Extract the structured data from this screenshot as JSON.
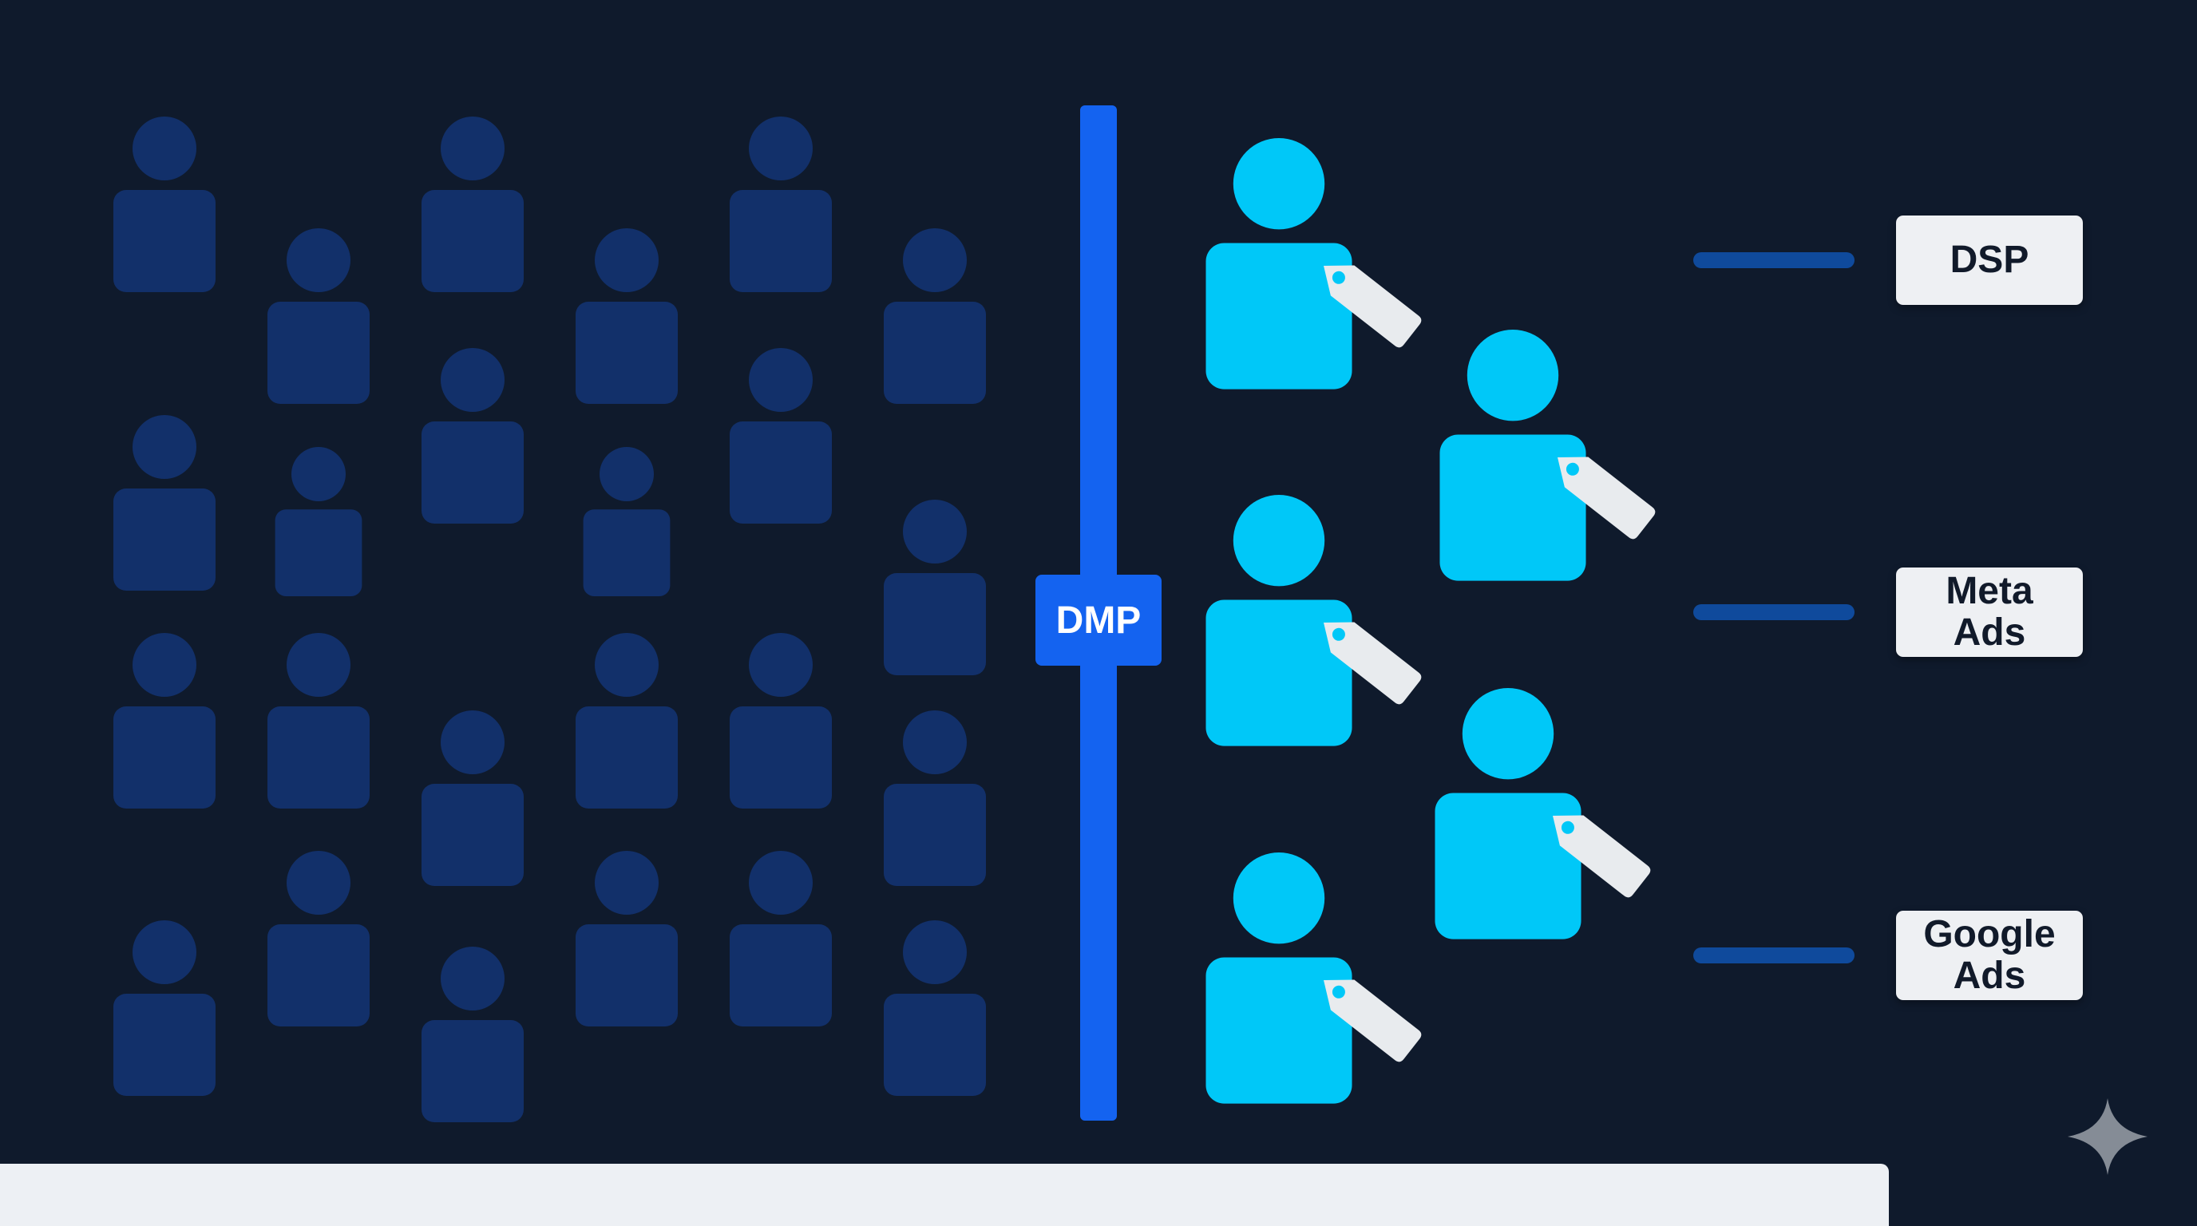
{
  "diagram": {
    "divider_label": "DMP",
    "destinations": [
      {
        "id": "dsp",
        "label": "DSP"
      },
      {
        "id": "meta-ads",
        "label": "Meta\nAds"
      },
      {
        "id": "google-ads",
        "label": "Google\nAds"
      }
    ]
  },
  "colors": {
    "background": "#0f1a2c",
    "crowd_person": "#12306a",
    "segmented_person": "#00c8f8",
    "tag": "#e8ebee",
    "divider": "#1463f0",
    "connector": "#0f4a9c",
    "label_box": "#eef0f3",
    "bottom_bar": "#edf0f4"
  },
  "icons": {
    "crowd": "person-icon",
    "segmented": "tagged-person-icon",
    "corner": "sparkle-icon"
  }
}
